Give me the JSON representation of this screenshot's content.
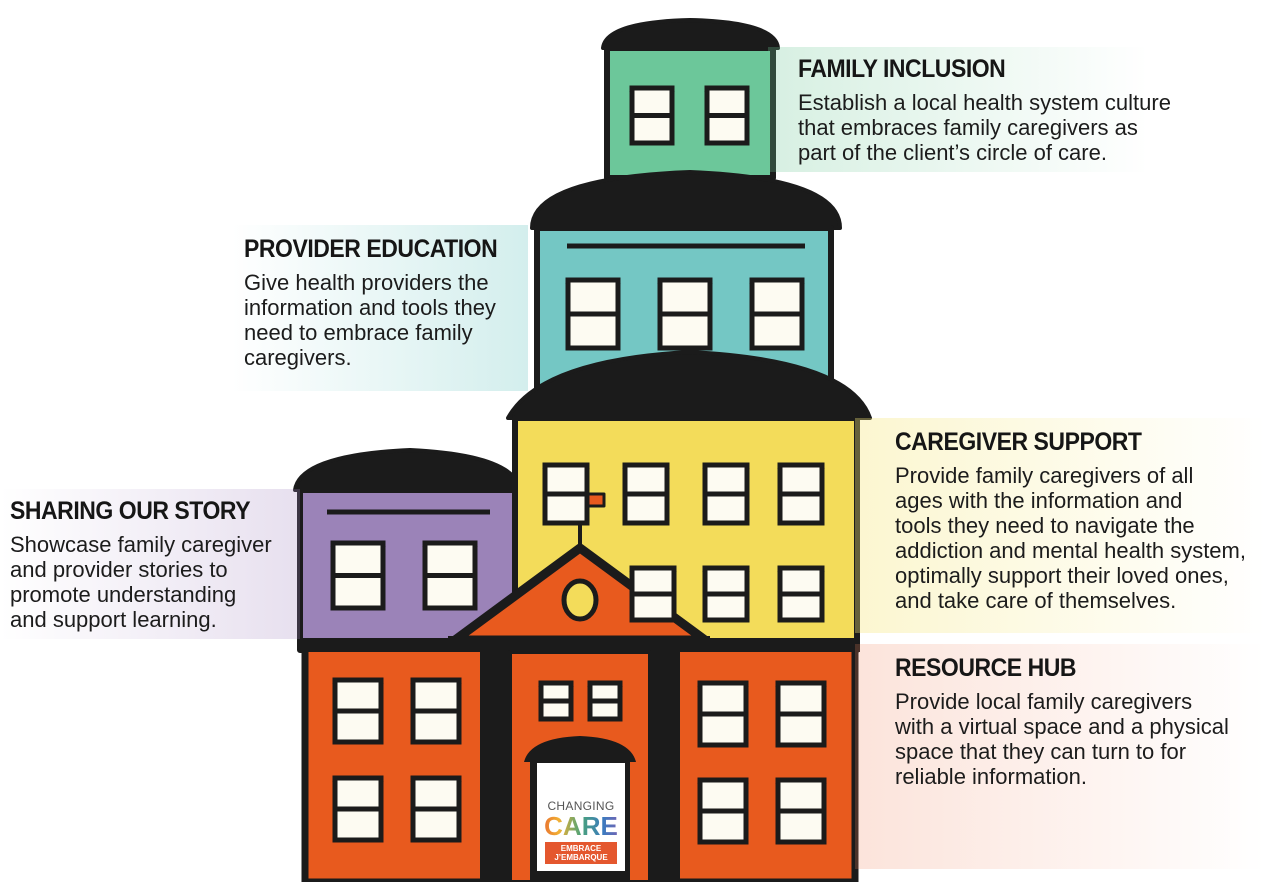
{
  "callouts": [
    {
      "id": "family-inclusion",
      "title": "FAMILY INCLUSION",
      "lines": [
        "Establish a local health system culture",
        "that embraces family caregivers as",
        "part of the client’s circle of care."
      ]
    },
    {
      "id": "provider-education",
      "title": "PROVIDER EDUCATION",
      "lines": [
        "Give health providers the",
        "information and tools they",
        "need to embrace family",
        "caregivers."
      ]
    },
    {
      "id": "caregiver-support",
      "title": "CAREGIVER SUPPORT",
      "lines": [
        "Provide family caregivers of all",
        "ages with the information and",
        "tools they need to navigate the",
        "addiction and mental health system,",
        "optimally support their loved ones,",
        "and take care of themselves."
      ]
    },
    {
      "id": "sharing-our-story",
      "title": "SHARING OUR STORY",
      "lines": [
        "Showcase family caregiver",
        "and provider stories to",
        "promote understanding",
        "and support learning."
      ]
    },
    {
      "id": "resource-hub",
      "title": "RESOURCE HUB",
      "lines": [
        "Provide local family caregivers",
        "with a virtual space and a physical",
        "space that they can turn to for",
        "reliable information."
      ]
    }
  ],
  "logo": {
    "line1": "CHANGING",
    "line2": "CARE",
    "line3": "EMBRACE",
    "line4": "J’EMBARQUE"
  },
  "colors": {
    "green": "#6cc79a",
    "teal": "#74c7c4",
    "yellow": "#f3dc5a",
    "purple": "#9b83b8",
    "orange": "#e85a1e",
    "outline": "#1b1b1b"
  }
}
